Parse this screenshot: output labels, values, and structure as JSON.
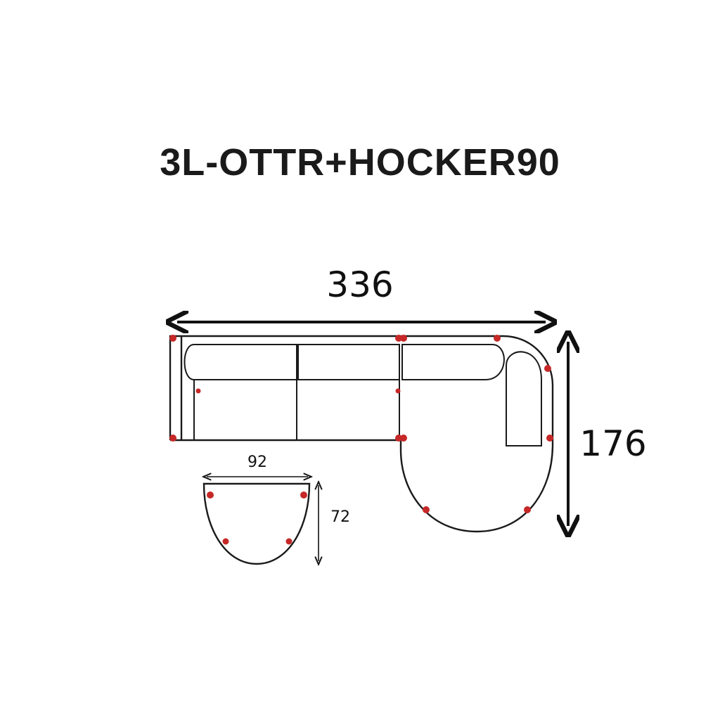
{
  "title": "3L-OTTR+HOCKER90",
  "dimensions": {
    "sofa_width": "336",
    "sofa_depth": "176",
    "hocker_width": "92",
    "hocker_depth": "72"
  },
  "colors": {
    "outline": "#1a1a1a",
    "marker": "#c62828"
  }
}
